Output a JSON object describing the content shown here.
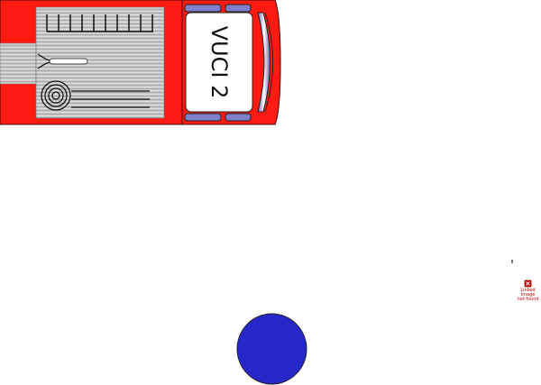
{
  "truck": {
    "label": "VUCI 2",
    "colors": {
      "body": "#ff1a12",
      "outline": "#3a1010",
      "deck": "#c7c7c7",
      "window": "#7f7fcc",
      "cab_panel": "#ffffff"
    }
  },
  "broken_image": {
    "lines": [
      "Linked",
      "Image",
      "not found"
    ],
    "icon": "broken-image-icon"
  },
  "blue_circle": {
    "color": "#2727c9"
  }
}
